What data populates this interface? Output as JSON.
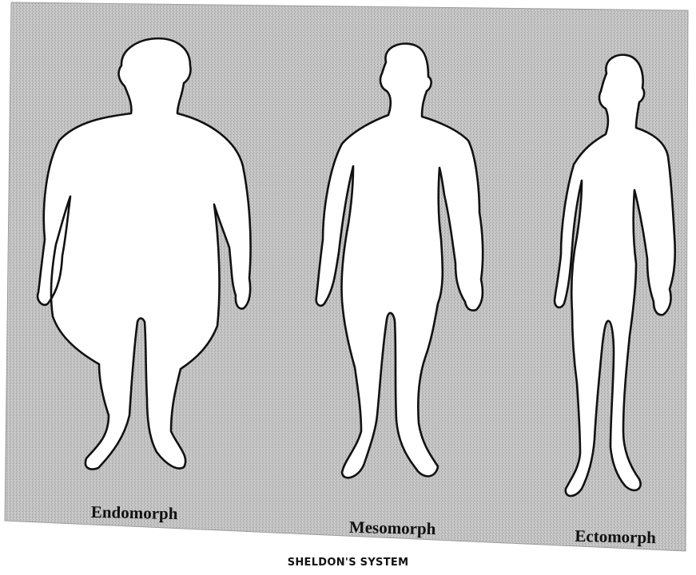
{
  "figure": {
    "background_color": "#bdbdbd",
    "silhouette_fill": "#ffffff",
    "outline_color": "#111111",
    "caption": "SHELDON'S SYSTEM",
    "bodies": [
      {
        "label": "Endomorph"
      },
      {
        "label": "Mesomorph"
      },
      {
        "label": "Ectomorph"
      }
    ]
  }
}
